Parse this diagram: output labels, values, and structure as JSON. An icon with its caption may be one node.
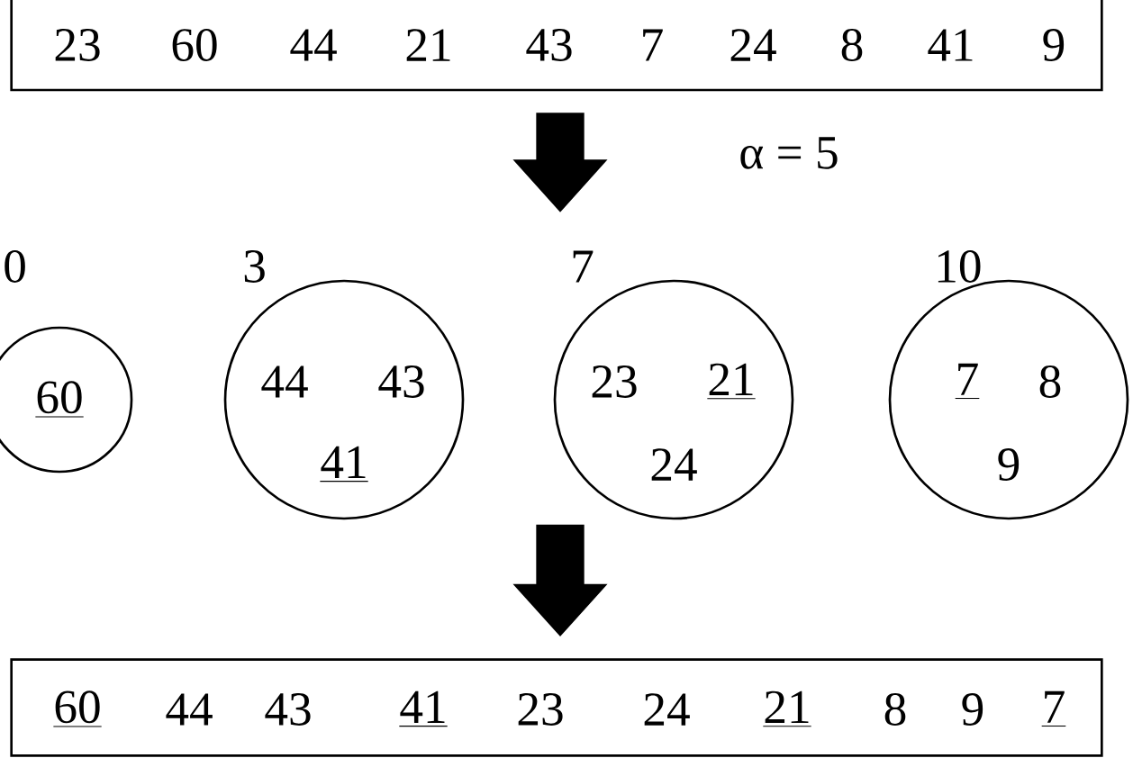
{
  "diagram": {
    "nodes": [
      {
        "text": [
          "23",
          "60",
          "44",
          "21",
          "43",
          "7",
          "24",
          "8",
          "41",
          "9"
        ]
      },
      {
        "text": [
          "60"
        ],
        "beside": [
          "0"
        ]
      },
      {
        "text": [
          "44",
          "43",
          "41"
        ],
        "beside": [
          "3"
        ]
      },
      {
        "text": [
          "23",
          "21",
          "24"
        ],
        "beside": [
          "7"
        ]
      },
      {
        "text": [
          "7",
          "8",
          "9"
        ],
        "beside": [
          "10"
        ]
      },
      {
        "text": [
          "60",
          "44",
          "43",
          "41",
          "23",
          "24",
          "21",
          "8",
          "9",
          "7"
        ]
      }
    ],
    "edges": [
      {
        "from": 0,
        "to": 3,
        "arrow": "to"
      },
      {
        "from": 3,
        "to": 5,
        "arrow": "to"
      }
    ],
    "labels": [
      "α = 5"
    ]
  }
}
